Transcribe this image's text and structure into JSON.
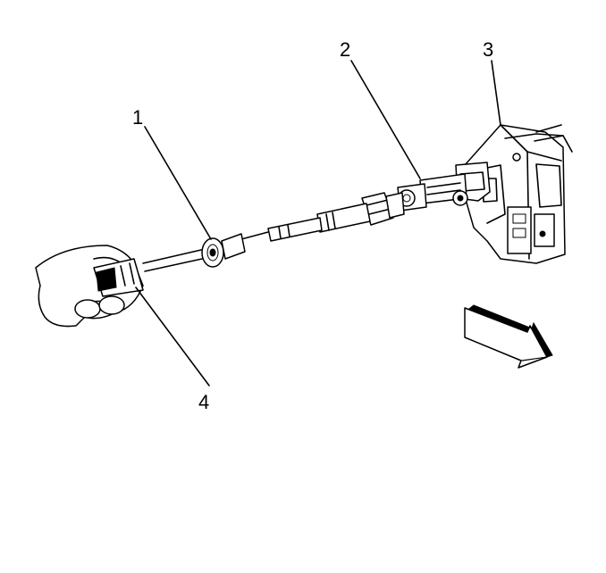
{
  "callouts": {
    "c1": "1",
    "c2": "2",
    "c3": "3",
    "c4": "4"
  },
  "icons": {
    "arrow": "front-direction-arrow-icon"
  }
}
